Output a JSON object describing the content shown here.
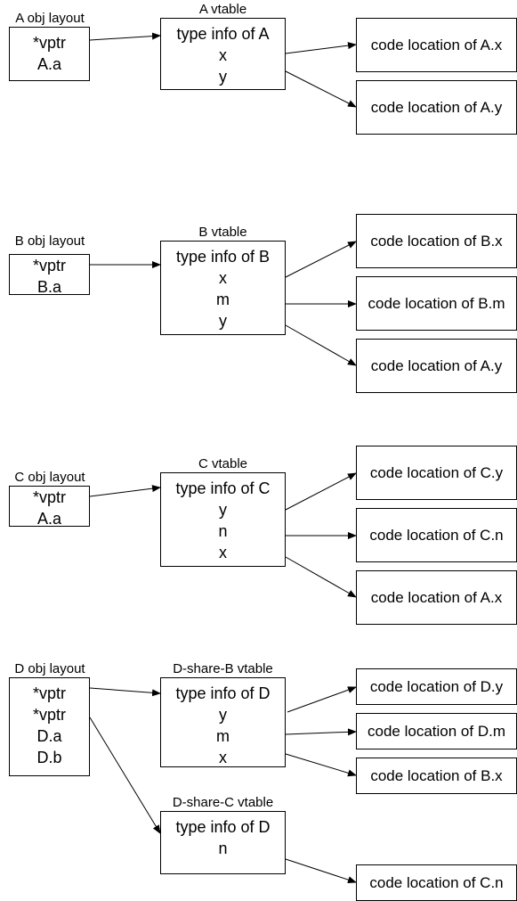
{
  "sections": {
    "a": {
      "obj_title": "A obj layout",
      "obj_fields": [
        "*vptr",
        "A.a"
      ],
      "vtable_title": "A vtable",
      "vtable_type": "type info of A",
      "vtable_slots": [
        "x",
        "y"
      ],
      "code": [
        "code location of A.x",
        "code location of A.y"
      ]
    },
    "b": {
      "obj_title": "B obj layout",
      "obj_fields": [
        "*vptr",
        "B.a"
      ],
      "vtable_title": "B vtable",
      "vtable_type": "type info of B",
      "vtable_slots": [
        "x",
        "m",
        "y"
      ],
      "code": [
        "code location of B.x",
        "code location of B.m",
        "code location of A.y"
      ]
    },
    "c": {
      "obj_title": "C obj layout",
      "obj_fields": [
        "*vptr",
        "A.a"
      ],
      "vtable_title": "C vtable",
      "vtable_type": "type info of C",
      "vtable_slots": [
        "y",
        "n",
        "x"
      ],
      "code": [
        "code location of C.y",
        "code location of C.n",
        "code location of A.x"
      ]
    },
    "d": {
      "obj_title": "D obj layout",
      "obj_fields": [
        "*vptr",
        "*vptr",
        "D.a",
        "D.b"
      ],
      "vtable_b_title": "D-share-B vtable",
      "vtable_b_type": "type info of D",
      "vtable_b_slots": [
        "y",
        "m",
        "x"
      ],
      "vtable_c_title": "D-share-C vtable",
      "vtable_c_type": "type info of D",
      "vtable_c_slots": [
        "n"
      ],
      "code": [
        "code location of D.y",
        "code location of D.m",
        "code location of B.x",
        "code location of C.n"
      ]
    }
  }
}
